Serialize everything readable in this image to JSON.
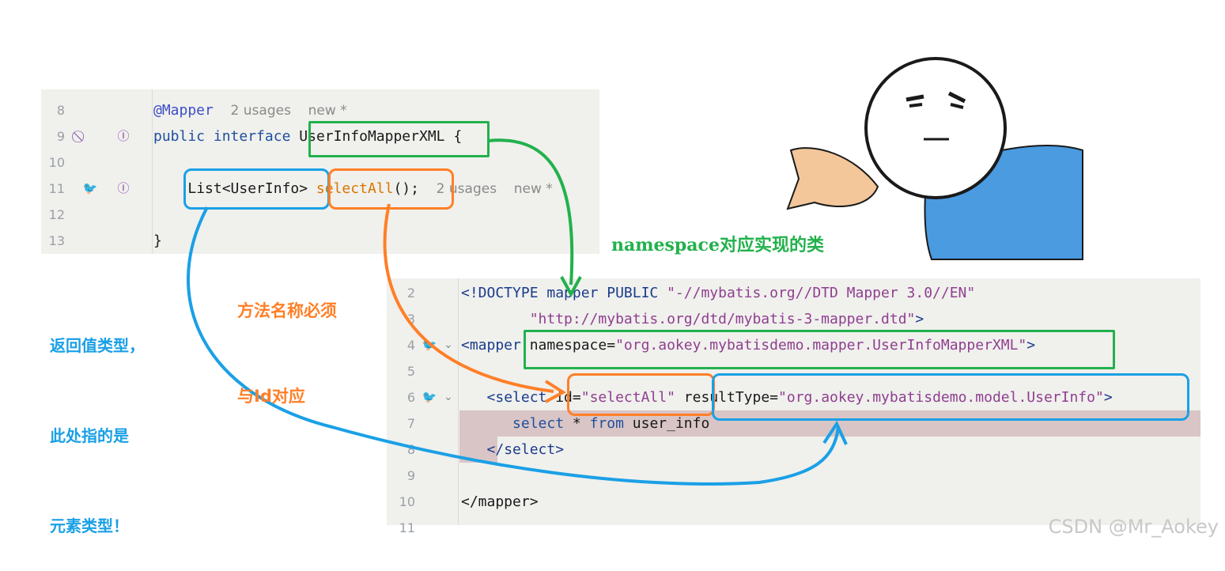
{
  "java_editor": {
    "lines": [
      {
        "num": "8",
        "annotation": "@Mapper",
        "hint_usages": "2 usages",
        "hint_new": "new *"
      },
      {
        "num": "9",
        "kw_public": "public",
        "kw_interface": "interface",
        "class_name": "UserInfoMapperXML",
        "brace_open": "{"
      },
      {
        "num": "10"
      },
      {
        "num": "11",
        "return_type": "List<UserInfo>",
        "method_name": "selectAll",
        "method_tail": "();",
        "hint_usages": "2 usages",
        "hint_new": "new *"
      },
      {
        "num": "12"
      },
      {
        "num": "13",
        "brace_close": "}"
      }
    ],
    "gutter_icons": {
      "line9_left": "no-entry-icon",
      "line9_right": "implemented-icon",
      "line11_left": "bird-icon",
      "line11_right": "implemented-icon"
    }
  },
  "xml_editor": {
    "lines": [
      {
        "num": "2",
        "doctype": "<!DOCTYPE mapper PUBLIC ",
        "doctype_str": "\"-//mybatis.org//DTD Mapper 3.0//EN\""
      },
      {
        "num": "3",
        "dtd_url": "\"http://mybatis.org/dtd/mybatis-3-mapper.dtd\"",
        "tail": ">"
      },
      {
        "num": "4",
        "open": "<mapper ",
        "attr": "namespace=",
        "value": "\"org.aokey.mybatisdemo.mapper.UserInfoMapperXML\"",
        "close": ">"
      },
      {
        "num": "5"
      },
      {
        "num": "6",
        "open": "<select ",
        "id_attr": "id=",
        "id_value": "\"selectAll\"",
        "rt_attr": "resultType=",
        "rt_value": "\"org.aokey.mybatisdemo.model.UserInfo\"",
        "close": ">"
      },
      {
        "num": "7",
        "kw_select": "select",
        "star": " * ",
        "kw_from": "from",
        "table": " user_info"
      },
      {
        "num": "8",
        "close_select": "</select>"
      },
      {
        "num": "9"
      },
      {
        "num": "10",
        "close_mapper": "</mapper>"
      },
      {
        "num": "11"
      }
    ],
    "gutter_icons": {
      "line4": "bird-icon",
      "line6": "bird-icon"
    }
  },
  "annotations": {
    "namespace_note": "namespace对应实现的类",
    "method_note_1": "方法名称必须",
    "method_note_2": "与Id对应",
    "return_note_1": "返回值类型，",
    "return_note_2": "此处指的是",
    "return_note_3": "元素类型！"
  },
  "watermark": "CSDN @Mr_Aokey",
  "colors": {
    "green": "#22b14c",
    "blue": "#1aa0e6",
    "orange": "#ff7f27",
    "editor_bg": "#f0f0ed"
  }
}
